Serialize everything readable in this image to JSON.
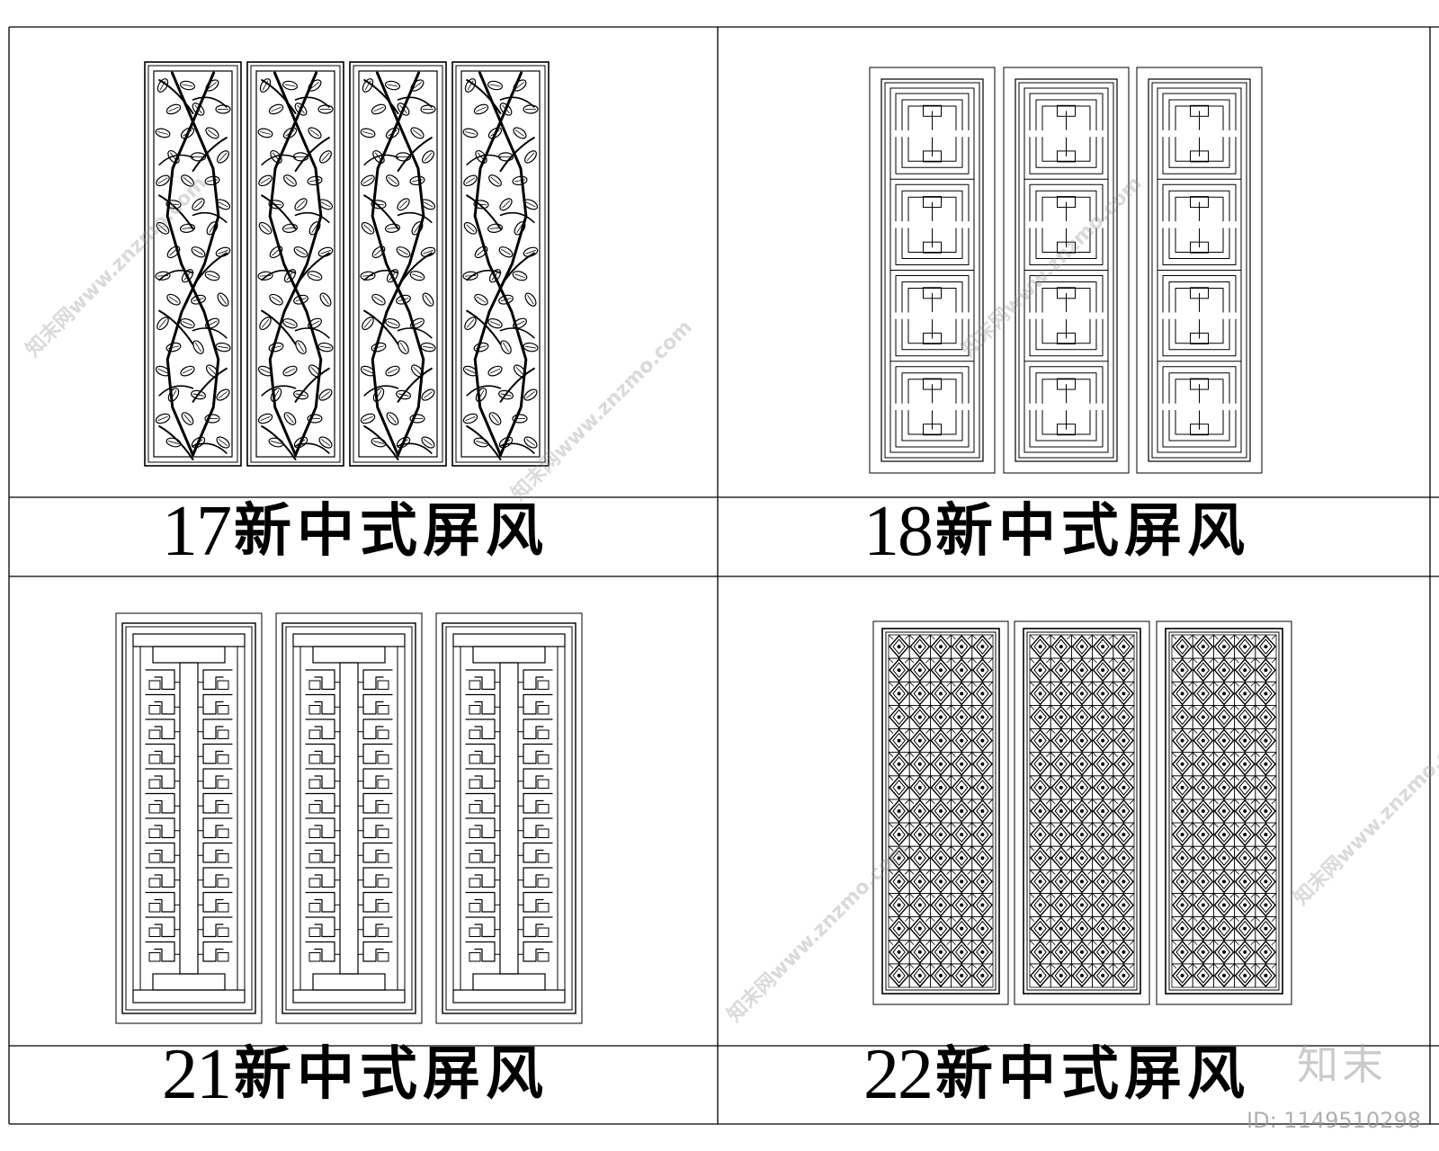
{
  "panels": [
    {
      "id": "17",
      "number": "17",
      "title": "新中式屏风",
      "pattern": "floral-branch",
      "leaf_count": 4
    },
    {
      "id": "18",
      "number": "18",
      "title": "新中式屏风",
      "pattern": "fret-key",
      "leaf_count": 3
    },
    {
      "id": "21",
      "number": "21",
      "title": "新中式屏风",
      "pattern": "lattice-h",
      "leaf_count": 3
    },
    {
      "id": "22",
      "number": "22",
      "title": "新中式屏风",
      "pattern": "diamond-lattice",
      "leaf_count": 3
    }
  ],
  "watermark": {
    "text": "知末网www.znzmo.com",
    "color": "#969696"
  },
  "brand": {
    "text": "知末"
  },
  "image_id": {
    "text": "ID: 1149510298"
  },
  "colors": {
    "line": "#000000",
    "background": "#ffffff"
  }
}
